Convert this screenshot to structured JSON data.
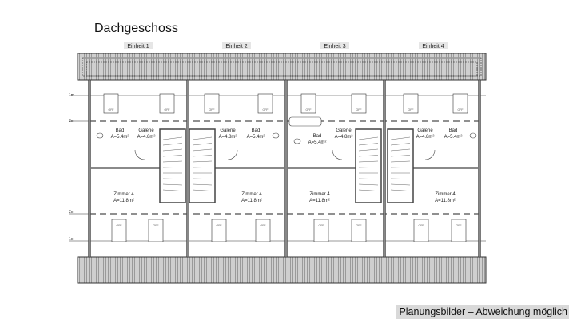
{
  "title": "Dachgeschoss",
  "note": "Planungsbilder – Abweichung möglich",
  "levels": {
    "top_1m": "1m",
    "top_2m": "2m",
    "bottom_2m": "2m",
    "bottom_1m": "1m"
  },
  "window_label": "OFF",
  "units": [
    {
      "name": "Einheit 1",
      "bad": "Bad",
      "bad_area": "A=5.4m²",
      "galerie": "Galerie",
      "galerie_area": "A=4.8m²",
      "zimmer": "Zimmer 4",
      "zimmer_area": "A=11.8m²"
    },
    {
      "name": "Einheit 2",
      "bad": "Bad",
      "bad_area": "A=5.4m²",
      "galerie": "Galerie",
      "galerie_area": "A=4.8m²",
      "zimmer": "Zimmer 4",
      "zimmer_area": "A=11.8m²"
    },
    {
      "name": "Einheit 3",
      "bad": "Bad",
      "bad_area": "A=5.4m²",
      "galerie": "Galerie",
      "galerie_area": "A=4.8m²",
      "zimmer": "Zimmer 4",
      "zimmer_area": "A=11.8m²"
    },
    {
      "name": "Einheit 4",
      "bad": "Bad",
      "bad_area": "A=5.4m²",
      "galerie": "Galerie",
      "galerie_area": "A=4.8m²",
      "zimmer": "Zimmer 4",
      "zimmer_area": "A=11.8m²"
    }
  ]
}
